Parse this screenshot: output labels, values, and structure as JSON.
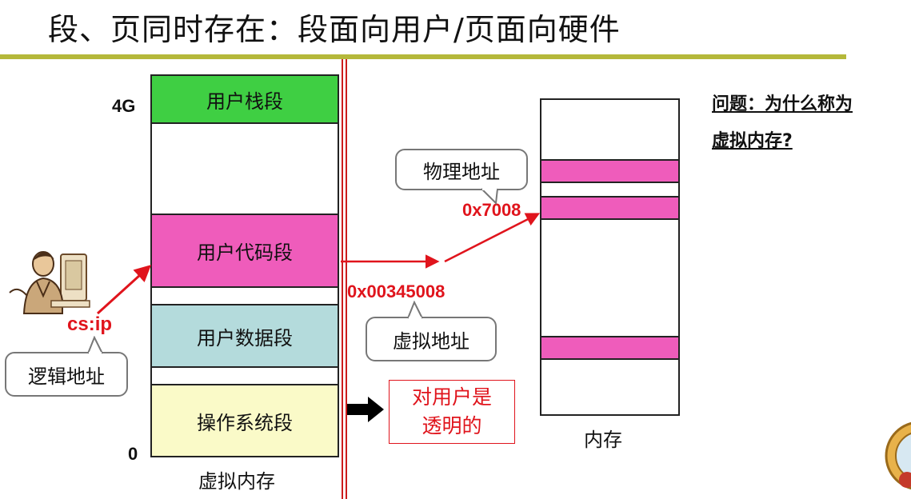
{
  "title": "段、页同时存在：段面向用户/页面向硬件",
  "virtual_memory": {
    "caption": "虚拟内存",
    "top_label": "4G",
    "bottom_label": "0",
    "segments": [
      {
        "label": "用户栈段",
        "color": "#3fcf43"
      },
      {
        "label": "",
        "color": "#ffffff"
      },
      {
        "label": "用户代码段",
        "color": "#ef5cbb"
      },
      {
        "label": "",
        "color": "#ffffff"
      },
      {
        "label": "用户数据段",
        "color": "#b4dbdc"
      },
      {
        "label": "",
        "color": "#ffffff"
      },
      {
        "label": "操作系统段",
        "color": "#fafac8"
      }
    ]
  },
  "physical_memory": {
    "caption": "内存"
  },
  "labels": {
    "cs_ip": "cs:ip",
    "logical_address": "逻辑地址",
    "virtual_hex": "0x00345008",
    "virtual_address": "虚拟地址",
    "physical_hex": "0x7008",
    "physical_address": "物理地址",
    "transparent_line1": "对用户是",
    "transparent_line2": "透明的"
  },
  "question": {
    "line1": "问题：为什么称为",
    "line2": "虚拟内存?"
  },
  "colors": {
    "accent_red": "#e0141c",
    "pink": "#ef5cbb",
    "green": "#3fcf43",
    "cyan": "#b4dbdc",
    "yellow": "#fafac8",
    "rule": "#b5b83a"
  }
}
